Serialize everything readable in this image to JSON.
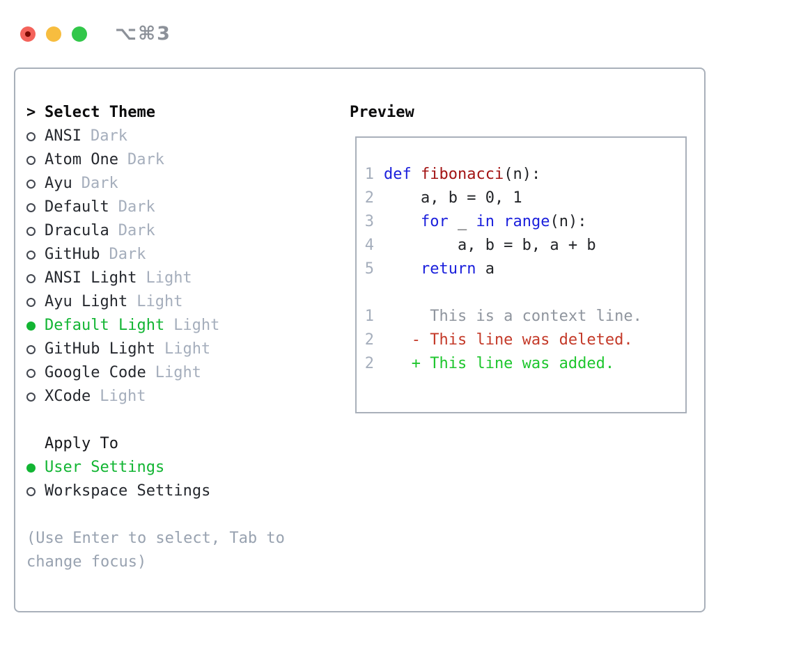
{
  "window": {
    "title": "⌥⌘3",
    "controls": {
      "close": "close-button",
      "minimize": "minimize-button",
      "zoom": "zoom-button"
    }
  },
  "colors": {
    "selection_green": "#12b533",
    "added_green": "#1dc62d",
    "deleted_red": "#c43a29",
    "keyword_blue": "#1a1fdc",
    "function_red": "#a31414",
    "muted_gray": "#a5aebc",
    "hint_gray": "#98a2b0",
    "context_gray": "#8f959e",
    "border_gray": "#a9b0ba"
  },
  "theme_panel": {
    "header": {
      "prompt": ">",
      "label": "Select Theme"
    },
    "themes": [
      {
        "name": "ANSI",
        "variant": "Dark",
        "selected": false
      },
      {
        "name": "Atom One",
        "variant": "Dark",
        "selected": false
      },
      {
        "name": "Ayu",
        "variant": "Dark",
        "selected": false
      },
      {
        "name": "Default",
        "variant": "Dark",
        "selected": false
      },
      {
        "name": "Dracula",
        "variant": "Dark",
        "selected": false
      },
      {
        "name": "GitHub",
        "variant": "Dark",
        "selected": false
      },
      {
        "name": "ANSI Light",
        "variant": "Light",
        "selected": false
      },
      {
        "name": "Ayu Light",
        "variant": "Light",
        "selected": false
      },
      {
        "name": "Default Light",
        "variant": "Light",
        "selected": true
      },
      {
        "name": "GitHub Light",
        "variant": "Light",
        "selected": false
      },
      {
        "name": "Google Code",
        "variant": "Light",
        "selected": false
      },
      {
        "name": "XCode",
        "variant": "Light",
        "selected": false
      }
    ],
    "apply_to": {
      "label": "Apply To",
      "options": [
        {
          "name": "User Settings",
          "selected": true
        },
        {
          "name": "Workspace Settings",
          "selected": false
        }
      ]
    },
    "hint": "(Use Enter to select, Tab to change focus)"
  },
  "preview": {
    "label": "Preview",
    "code_lines": [
      {
        "num": "1",
        "tokens": [
          {
            "t": "def",
            "c": "k"
          },
          {
            "t": " ",
            "c": "p"
          },
          {
            "t": "fibonacci",
            "c": "f"
          },
          {
            "t": "(n):",
            "c": "p"
          }
        ]
      },
      {
        "num": "2",
        "tokens": [
          {
            "t": "    a, b = 0, 1",
            "c": "p"
          }
        ]
      },
      {
        "num": "3",
        "tokens": [
          {
            "t": "    ",
            "c": "p"
          },
          {
            "t": "for",
            "c": "k"
          },
          {
            "t": " _ ",
            "c": "p"
          },
          {
            "t": "in",
            "c": "k"
          },
          {
            "t": " ",
            "c": "p"
          },
          {
            "t": "range",
            "c": "k"
          },
          {
            "t": "(n):",
            "c": "p"
          }
        ]
      },
      {
        "num": "4",
        "tokens": [
          {
            "t": "        a, b = b, a + b",
            "c": "p"
          }
        ]
      },
      {
        "num": "5",
        "tokens": [
          {
            "t": "    ",
            "c": "p"
          },
          {
            "t": "return",
            "c": "k"
          },
          {
            "t": " a",
            "c": "p"
          }
        ]
      }
    ],
    "diff_lines": [
      {
        "num": "1",
        "kind": "context",
        "text": "     This is a context line."
      },
      {
        "num": "2",
        "kind": "deleted",
        "text": "   - This line was deleted."
      },
      {
        "num": "2",
        "kind": "added",
        "text": "   + This line was added."
      }
    ]
  }
}
